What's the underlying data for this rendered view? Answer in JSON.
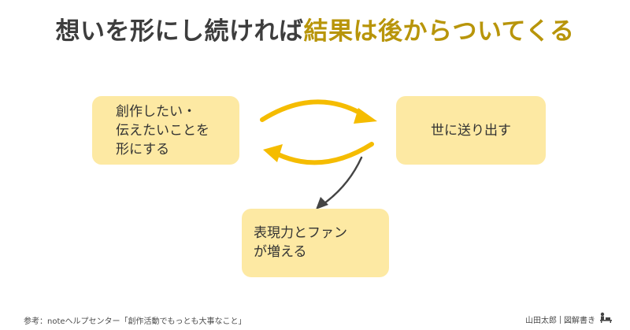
{
  "title": {
    "lead": "想いを形にし続ければ",
    "accent": "結果は後からついてくる"
  },
  "boxes": {
    "create": {
      "lines": [
        "創作したい・",
        "伝えたいことを",
        "形にする"
      ]
    },
    "publish": {
      "label": "世に送り出す"
    },
    "fans": {
      "lines": [
        "表現力とファン",
        "が増える"
      ]
    }
  },
  "colors": {
    "box_fill": "#fde9a3",
    "cycle_arrow": "#f5bc00",
    "branch_arrow": "#444444",
    "title_accent": "#b8950a"
  },
  "footer": {
    "source": "参考：noteヘルプセンター「創作活動でもっとも大事なこと」",
    "author": "山田太郎",
    "brand": "図解書き"
  },
  "icons": {
    "author_mark": "desk-writer-icon"
  }
}
